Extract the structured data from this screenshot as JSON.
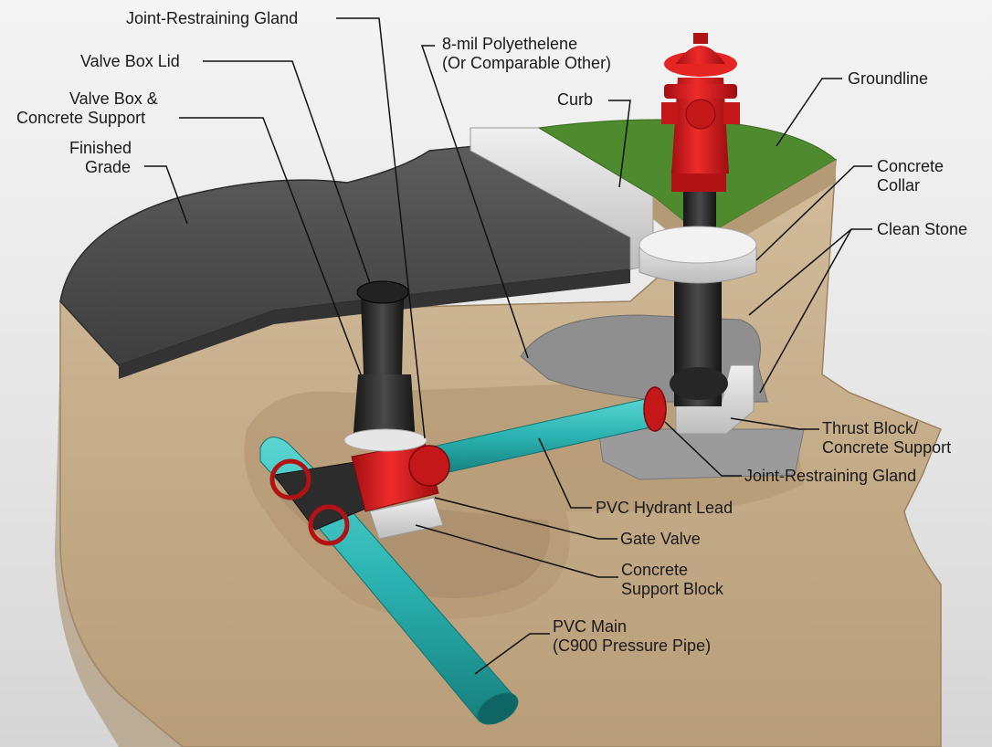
{
  "labels": {
    "joint_restraining_gland_top": "Joint-Restraining Gland",
    "valve_box_lid": "Valve Box Lid",
    "valve_box_support_line1": "Valve Box &",
    "valve_box_support_line2": "Concrete Support",
    "finished_grade_line1": "Finished",
    "finished_grade_line2": "Grade",
    "polyethylene_line1": "8-mil Polyethelene",
    "polyethylene_line2": "(Or Comparable Other)",
    "curb": "Curb",
    "groundline": "Groundline",
    "concrete_collar_line1": "Concrete",
    "concrete_collar_line2": "Collar",
    "clean_stone": "Clean Stone",
    "thrust_block_line1": "Thrust Block/",
    "thrust_block_line2": "Concrete Support",
    "joint_restraining_gland_bottom": "Joint-Restraining Gland",
    "pvc_hydrant_lead": "PVC Hydrant Lead",
    "gate_valve": "Gate Valve",
    "support_block_line1": "Concrete",
    "support_block_line2": "Support Block",
    "pvc_main_line1": "PVC Main",
    "pvc_main_line2": "(C900 Pressure Pipe)"
  },
  "colors": {
    "soil": "#c9b08d",
    "soil_dark": "#a98f6c",
    "asphalt": "#4a4a4a",
    "grass": "#4e8a2e",
    "concrete": "#dcdcdc",
    "pvc": "#2bb3b1",
    "hydrant": "#d7191c",
    "ductile_iron": "#2a2a2a",
    "stone": "#8f8f8f"
  }
}
